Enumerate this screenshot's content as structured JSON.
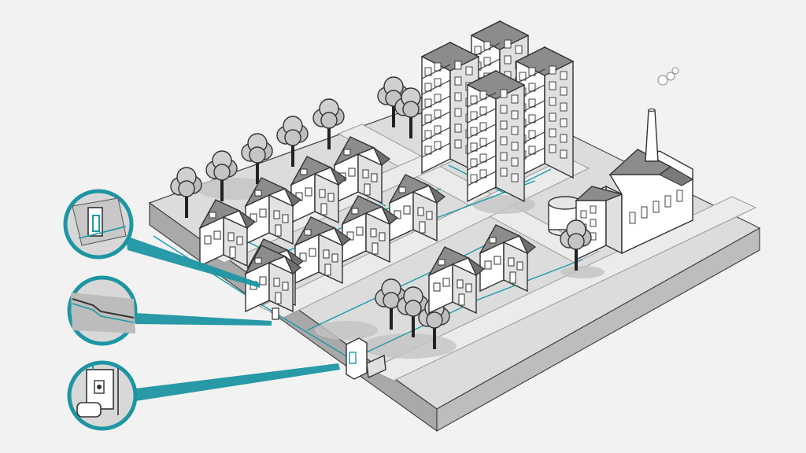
{
  "diagram": {
    "description_visible_text": "",
    "colors": {
      "background": "#f2f2f2",
      "ground_top": "#dcdcdc",
      "ground_side_left": "#a9a9a9",
      "ground_side_right": "#bdbdbd",
      "street": "#e9e9e9",
      "roof": "#8c8c8c",
      "wall": "#ffffff",
      "wall_shade": "#d5d5d5",
      "outline": "#333333",
      "pipe_accent": "#1a9aa8",
      "callout_fill": "#1e95a3",
      "tree_crown": "#bdbdbd",
      "shadow": "#bfbfbf"
    },
    "callouts": [
      {
        "id": "callout-meter",
        "detail": "house-connection-meter-icon"
      },
      {
        "id": "callout-pipe",
        "detail": "pipe-joint-detail-icon"
      },
      {
        "id": "callout-substation",
        "detail": "transfer-station-detail-icon"
      }
    ],
    "icons": [
      "house-icon",
      "apartment-block-icon",
      "factory-icon",
      "chimney-icon",
      "tree-icon",
      "gas-holder-icon",
      "steam-plume-icon"
    ]
  }
}
